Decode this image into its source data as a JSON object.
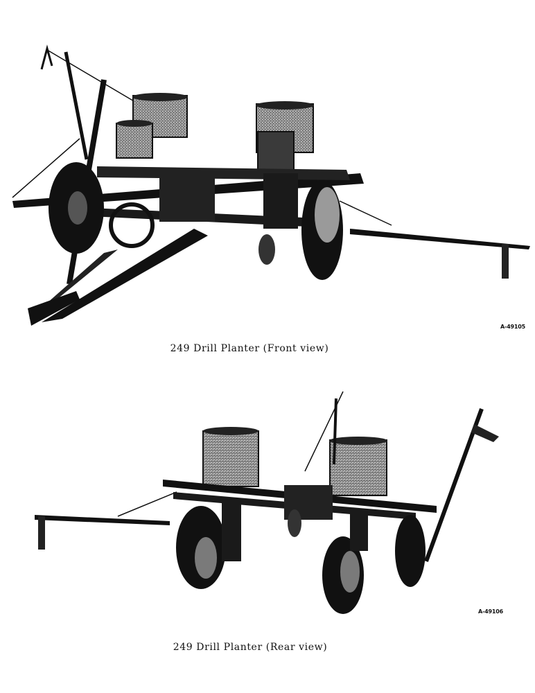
{
  "figures": [
    {
      "caption": "249 Drill Planter (Front view)",
      "reference_code": "A-49105",
      "image": "drill-planter-front-view-photo"
    },
    {
      "caption": "249 Drill Planter (Rear view)",
      "reference_code": "A-49106",
      "image": "drill-planter-rear-view-photo"
    }
  ],
  "colors": {
    "ink": "#111111",
    "paper": "#ffffff",
    "hopper_tone": "#8a8a8a"
  }
}
